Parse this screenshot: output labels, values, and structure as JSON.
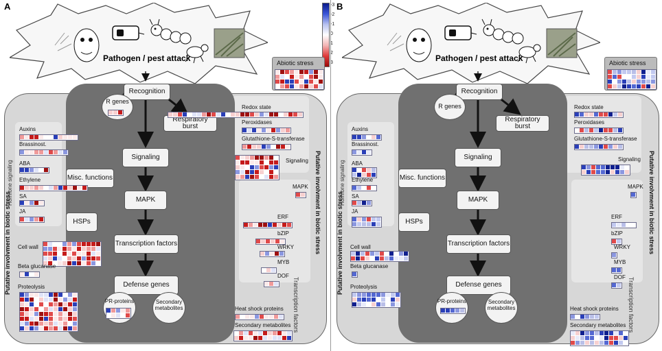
{
  "legend": {
    "ticks": [
      "-3",
      "-2",
      "-1",
      "0",
      "1",
      "2",
      "3"
    ]
  },
  "panels": [
    {
      "id": "A",
      "letter": "A",
      "title": "Pathogen / pest attack",
      "abiotic": "Abiotic stress",
      "nodes": {
        "recognition": "Recognition",
        "r_genes": "R genes",
        "respiratory_burst": "Respiratory burst",
        "signaling": "Signaling",
        "mapk": "MAPK",
        "transcription_factors": "Transcription factors",
        "defense_genes": "Defense genes",
        "misc_functions": "Misc. functions",
        "hsps": "HSPs",
        "pr_proteins": "PR-proteins",
        "secondary_metabolites": "Secondary metabolites"
      },
      "left_labels": {
        "auxins": "Auxins",
        "brassinost": "Brassinost.",
        "aba": "ABA",
        "ethylene": "Ethylene",
        "sa": "SA",
        "ja": "JA",
        "cell_wall": "Cell wall",
        "beta_glucanase": "Beta glucanase",
        "proteolysis": "Proteolysis",
        "hormone_signaling": "Hormone signaling"
      },
      "right_labels": {
        "redox_state": "Redox state",
        "peroxidases": "Peroxidases",
        "gst": "Glutathione-S-transferase",
        "signaling": "Signaling",
        "mapk": "MAPK",
        "erf": "ERF",
        "bzip": "bZIP",
        "wrky": "WRKY",
        "myb": "MYB",
        "dof": "DOF",
        "heat_shock": "Heat shock proteins",
        "secondary_metabolites": "Secondary metabolites",
        "transcription_factors": "Transcription factors"
      },
      "side_left": "Putative involvment in biotic stress",
      "side_right": "Putative involvment in biotic stress"
    },
    {
      "id": "B",
      "letter": "B",
      "title": "Pathogen / pest attack",
      "abiotic": "Abiotic stress",
      "nodes": {
        "recognition": "Recognition",
        "r_genes": "R genes",
        "respiratory_burst": "Respiratory burst",
        "signaling": "Signaling",
        "mapk": "MAPK",
        "transcription_factors": "Transcription factors",
        "defense_genes": "Defense genes",
        "misc_functions": "Misc. functions",
        "hsps": "HSPs",
        "pr_proteins": "PR-proteins",
        "secondary_metabolites": "Secondary metabolites"
      },
      "left_labels": {
        "auxins": "Auxins",
        "brassinost": "Brassinost.",
        "aba": "ABA",
        "ethylene": "Ethylene",
        "sa": "SA",
        "ja": "JA",
        "cell_wall": "Cell wall",
        "beta_glucanase": "Beta glucanase",
        "proteolysis": "Proteolysis",
        "hormone_signaling": "Hormone signaling"
      },
      "right_labels": {
        "redox_state": "Redox state",
        "peroxidases": "Peroxidases",
        "gst": "Glutathione-S-transferase",
        "signaling": "Signaling",
        "mapk": "MAPK",
        "erf": "ERF",
        "bzip": "bZIP",
        "wrky": "WRKY",
        "myb": "MYB",
        "dof": "DOF",
        "heat_shock": "Heat shock proteins",
        "secondary_metabolites": "Secondary metabolites",
        "transcription_factors": "Transcription factors"
      },
      "side_left": "Putative involvment in biotic stress",
      "side_right": "Putative involvment in biotic stress"
    }
  ],
  "colors": {
    "up": "#d01c1c",
    "down": "#1c2fb0",
    "neutral": "#f4f4f4"
  }
}
